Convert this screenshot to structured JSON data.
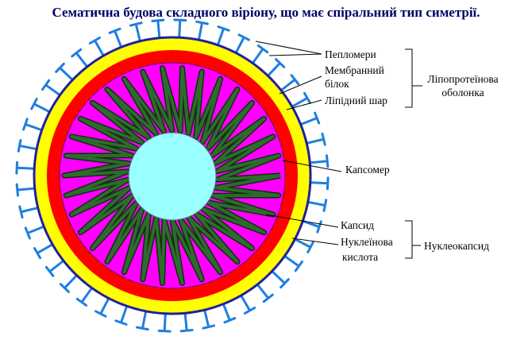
{
  "title": "Сематична будова складного віріону, що має спіральний тип симетрії.",
  "labels": {
    "peplomers": "Пепломери",
    "membrane_protein_1": "Мембранний",
    "membrane_protein_2": "білок",
    "lipid_layer": "Ліпідний шар",
    "lipoprotein_envelope_1": "Ліпопротеїнова",
    "lipoprotein_envelope_2": "оболонка",
    "capsomer": "Капсомер",
    "capsid": "Капсид",
    "nucleic_acid_1": "Нуклеїнова",
    "nucleic_acid_2": "кислота",
    "nucleocapsid": "Нуклеокапсид"
  },
  "colors": {
    "title": "#000066",
    "spikes": "#1e7fe0",
    "outer_ring": "#2020a0",
    "yellow_ring": "#ffff00",
    "red_ring": "#ff0000",
    "magenta_core": "#ff00ff",
    "capsomers": "#2f6b2f",
    "nucleic_acid": "#99ffff"
  }
}
